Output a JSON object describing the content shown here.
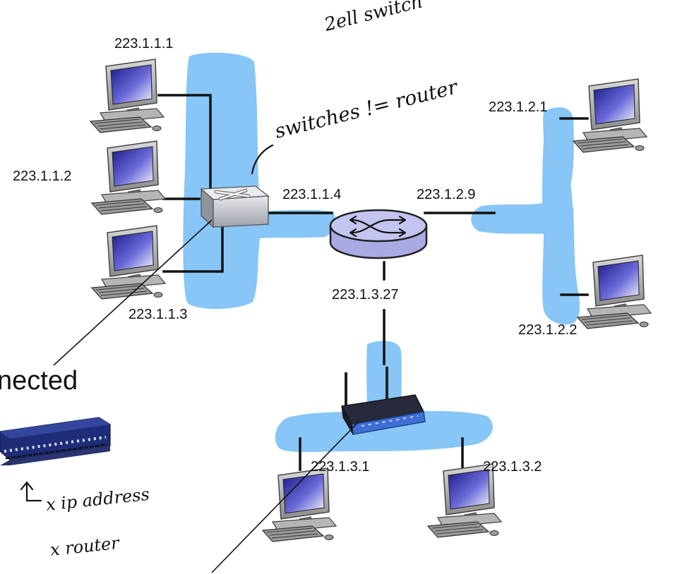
{
  "labels": {
    "h1": "223.1.1.1",
    "h2": "223.1.1.2",
    "h3": "223.1.1.3",
    "r1": "223.1.1.4",
    "r2": "223.1.2.9",
    "r3": "223.1.3.27",
    "n21": "223.1.2.1",
    "n22": "223.1.2.2",
    "n31": "223.1.3.1",
    "n32": "223.1.3.2"
  },
  "fragment": "nected",
  "annotations": {
    "top": "2ell switch",
    "switch_note": "switches  != router",
    "ip_note": "x ip address",
    "router_note": "x router"
  },
  "colors": {
    "subnet": "#87c6f6",
    "router_body": "#c4c4f0",
    "switch_body": "#c9ccd2"
  }
}
